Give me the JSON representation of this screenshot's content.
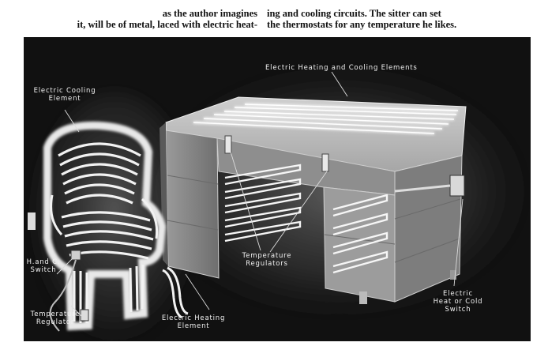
{
  "caption": {
    "left_line1": "as the author imagines",
    "left_line2": "it, will be of metal, laced with electric heat-",
    "right_line1": "ing and cooling circuits. The sitter can set",
    "right_line2": "the thermostats for any temperature he likes."
  },
  "labels": {
    "heating_cooling_elements": "Electric Heating and Cooling Elements",
    "cooling_element_1": "Electric Cooling",
    "cooling_element_2": "Element",
    "hc_switch_1": "H.and C.",
    "hc_switch_2": "Switch",
    "temp_regulators_1": "Temperature",
    "temp_regulators_2": "Regulators",
    "temp_regulator_1": "Temperature",
    "temp_regulator_2": "Regulator",
    "heating_element_1": "Electric Heating",
    "heating_element_2": "Element",
    "heat_cold_switch_1": "Electric",
    "heat_cold_switch_2": "Heat or Cold",
    "heat_cold_switch_3": "Switch"
  }
}
